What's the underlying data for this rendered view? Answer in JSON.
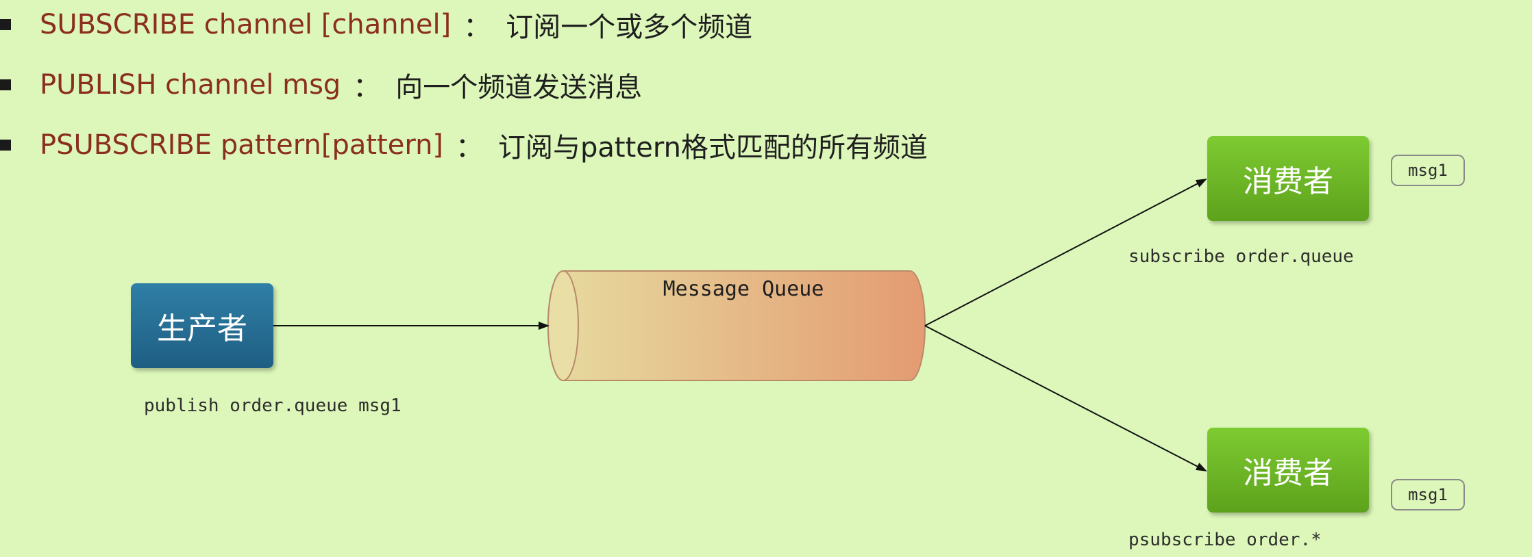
{
  "bullets": [
    {
      "command": "SUBSCRIBE channel [channel]",
      "separator": "：",
      "description": "订阅一个或多个频道"
    },
    {
      "command": "PUBLISH channel msg",
      "separator": "：",
      "description": "向一个频道发送消息"
    },
    {
      "command": "PSUBSCRIBE pattern[pattern]",
      "separator": "：",
      "description": "订阅与pattern格式匹配的所有频道"
    }
  ],
  "diagram": {
    "producer": {
      "label": "生产者",
      "action": "publish order.queue msg1"
    },
    "queue": {
      "label": "Message Queue"
    },
    "consumers": [
      {
        "label": "消费者",
        "action": "subscribe order.queue",
        "message": "msg1"
      },
      {
        "label": "消费者",
        "action": "psubscribe order.*",
        "message": "msg1"
      }
    ]
  },
  "colors": {
    "background": "#dcf7b9",
    "command_text": "#8b2e1f",
    "producer": "#2a6f95",
    "consumer": "#6fb726",
    "queue_start": "#e6dba0",
    "queue_end": "#e49b71"
  }
}
